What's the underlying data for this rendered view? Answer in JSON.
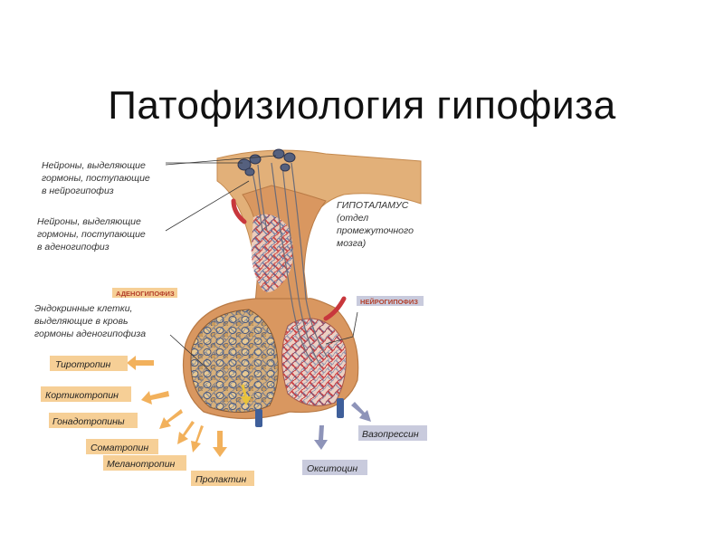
{
  "title": "Патофизиология гипофиза",
  "labels": {
    "neurons_neuro": [
      "Нейроны, выделяющие",
      "гормоны, поступающие",
      "в нейрогипофиз"
    ],
    "neurons_adeno": [
      "Нейроны, выделяющие",
      "гормоны, поступающие",
      "в аденогипофиз"
    ],
    "hypothalamus": [
      "ГИПОТАЛАМУС",
      "(отдел",
      "промежуточного",
      "мозга)"
    ],
    "endocrine": [
      "Эндокринные клетки,",
      "выделяющие в кровь",
      "гормоны аденогипофиза"
    ]
  },
  "captions": {
    "adenohypophysis": "АДЕНОГИПОФИЗ",
    "neurohypophysis": "НЕЙРОГИПОФИЗ"
  },
  "adeno_hormones": [
    "Тиротропин",
    "Кортикотропин",
    "Гонадотропины",
    "Соматропин",
    "Меланотропин",
    "Пролактин"
  ],
  "neuro_hormones": [
    "Вазопрессин",
    "Окситоцин"
  ],
  "colors": {
    "adeno_tag": "#f6cf96",
    "adeno_arrow": "#f2b15c",
    "neuro_tag": "#c9cbdd",
    "neuro_arrow": "#8e94b9",
    "gland": "#d99760",
    "artery": "#c8373c",
    "vein": "#3f5f9a"
  }
}
